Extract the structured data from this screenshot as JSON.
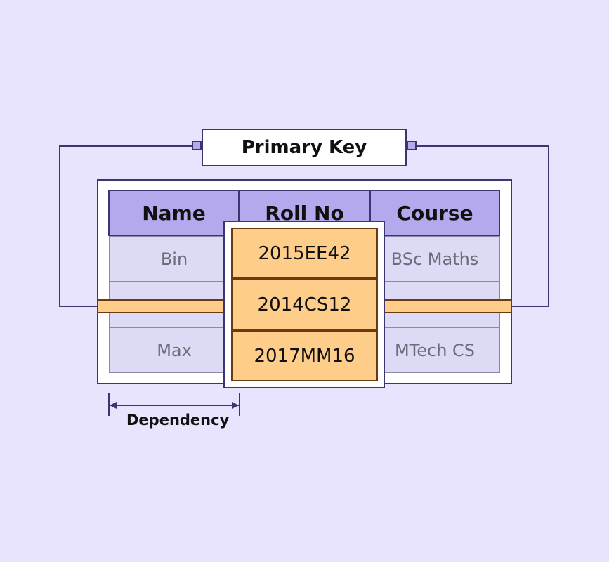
{
  "primary_key_label": "Primary Key",
  "headers": [
    "Name",
    "Roll No",
    "Course"
  ],
  "rows": [
    {
      "name": "Bin",
      "course": "BSc Maths"
    },
    {
      "name": "",
      "course": ""
    },
    {
      "name": "Max",
      "course": "MTech CS"
    }
  ],
  "roll_numbers": [
    "2015EE42",
    "2014CS12",
    "2017MM16"
  ],
  "dependency_label": "Dependency"
}
